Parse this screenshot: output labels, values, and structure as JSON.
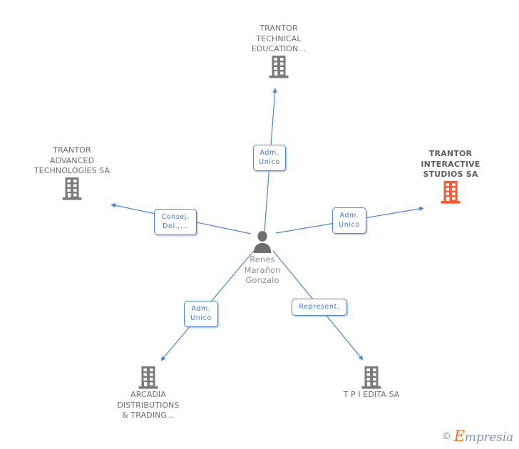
{
  "graph": {
    "center": {
      "name": "Renes\nMarañon\nGonzalo",
      "icon": "person-icon",
      "icon_color": "#6e6e6e"
    },
    "nodes": [
      {
        "id": "trantor-technical-education",
        "label": "TRANTOR\nTECHNICAL\nEDUCATION...",
        "icon": "building-icon",
        "icon_color": "#7b7b7b",
        "emphasis": false
      },
      {
        "id": "trantor-advanced-technologies-sa",
        "label": "TRANTOR\nADVANCED\nTECHNOLOGIES SA",
        "icon": "building-icon",
        "icon_color": "#7b7b7b",
        "emphasis": false
      },
      {
        "id": "trantor-interactive-studios-sa",
        "label": "TRANTOR\nINTERACTIVE\nSTUDIOS SA",
        "icon": "building-icon",
        "icon_color": "#f95b2e",
        "emphasis": true
      },
      {
        "id": "arcadia-distributions-trading",
        "label": "ARCADIA\nDISTRIBUTIONS\n& TRADING...",
        "icon": "building-icon",
        "icon_color": "#7b7b7b",
        "emphasis": false
      },
      {
        "id": "t-p-i-edita-sa",
        "label": "T P I EDITA SA",
        "icon": "building-icon",
        "icon_color": "#7b7b7b",
        "emphasis": false
      }
    ],
    "edges": [
      {
        "id": "edge-technical-education",
        "label": "Adm.\nUnico",
        "from": "center",
        "to": "trantor-technical-education"
      },
      {
        "id": "edge-advanced-technologies",
        "label": "Consej.\nDel.,...",
        "from": "center",
        "to": "trantor-advanced-technologies-sa"
      },
      {
        "id": "edge-interactive-studios",
        "label": "Adm.\nUnico",
        "from": "center",
        "to": "trantor-interactive-studios-sa"
      },
      {
        "id": "edge-arcadia",
        "label": "Adm.\nUnico",
        "from": "center",
        "to": "arcadia-distributions-trading"
      },
      {
        "id": "edge-tpi-edita",
        "label": "Represent.",
        "from": "center",
        "to": "t-p-i-edita-sa"
      }
    ],
    "colors": {
      "edge": "#4a86d6",
      "chip_border": "#4a86d6",
      "chip_text": "#3c7ad1",
      "node_text": "#6e6e6e",
      "highlight": "#f95b2e"
    }
  },
  "watermark": {
    "copyright": "©",
    "brand_initial": "E",
    "brand_rest": "mpresia"
  }
}
